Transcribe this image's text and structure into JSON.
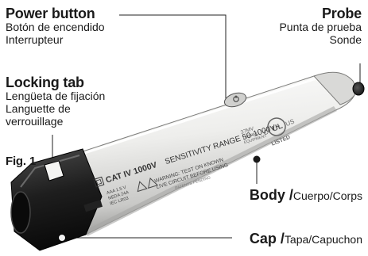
{
  "labels": {
    "power_button": {
      "title": "Power button",
      "line1": "Botón de encendido",
      "line2": "Interrupteur"
    },
    "probe": {
      "title": "Probe",
      "line1": "Punta de prueba",
      "line2": "Sonde"
    },
    "locking_tab": {
      "title": "Locking tab",
      "line1": "Lengüeta de fijación",
      "line2": "Languette de",
      "line3": "verrouillage"
    },
    "figure": "Fig. 1",
    "body": {
      "title": "Body /",
      "translations": "Cuerpo/Corps"
    },
    "cap": {
      "title": "Cap /",
      "translations": "Tapa/Capuchon"
    }
  },
  "device_markings": {
    "category": "CAT IV 1000V",
    "sensitivity": "SENSITIVITY RANGE 50-1000V~",
    "warning_line1": "WARNING: TEST ON KNOWN",
    "warning_line2": "LIVE CIRCUIT BEFORE USING",
    "battery_line1": "AAA 1.5 V",
    "battery_line2": "NEDA 24A",
    "battery_line3": "IEC LR03",
    "patent": "PATENTS PENDING",
    "equipment_line1": "37MV",
    "equipment_line2": "TESTING",
    "equipment_line3": "EQUIPMENT",
    "listed_mark": "UL",
    "listed_word": "LISTED",
    "country_c": "C",
    "country_us": "US"
  },
  "colors": {
    "body_light": "#f1f1ef",
    "body_shade": "#bdbdbb",
    "cap_black": "#1e1e1e",
    "text_dark": "#1a1a1a"
  }
}
